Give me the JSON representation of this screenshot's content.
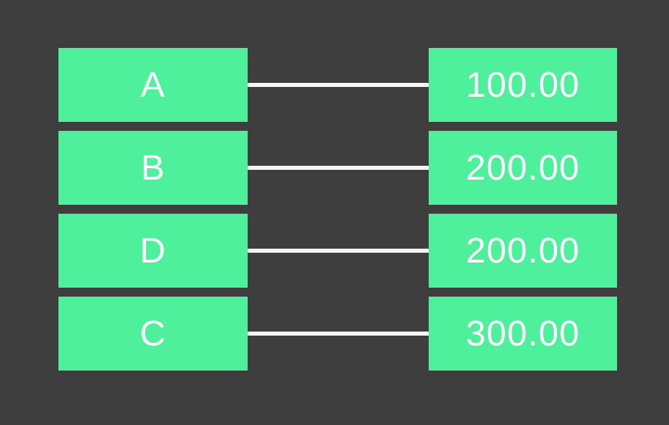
{
  "colors": {
    "background": "#3e3e3e",
    "node_fill": "#4ef09b",
    "connector": "#f5f5f5",
    "text": "#ffffff"
  },
  "rows": [
    {
      "label": "A",
      "value": "100.00"
    },
    {
      "label": "B",
      "value": "200.00"
    },
    {
      "label": "D",
      "value": "200.00"
    },
    {
      "label": "C",
      "value": "300.00"
    }
  ]
}
